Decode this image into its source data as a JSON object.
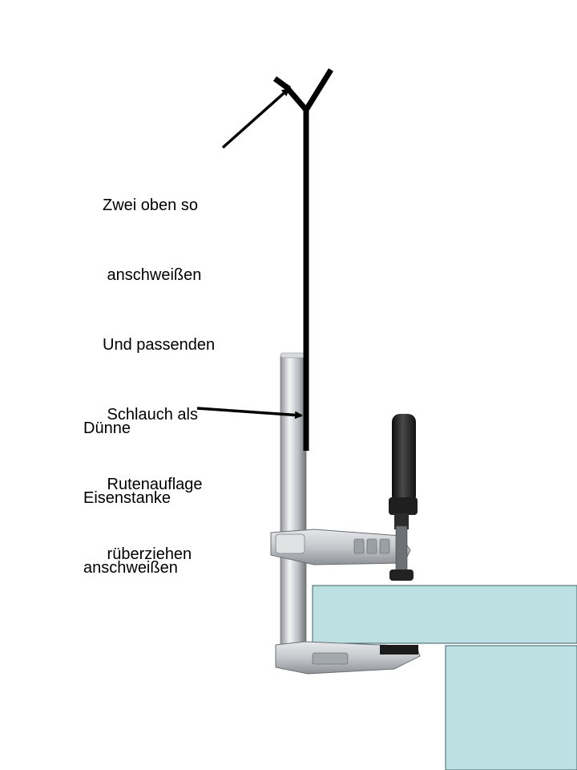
{
  "annotations": {
    "top_note": [
      "Zwei oben so",
      " anschweißen",
      "Und passenden",
      " Schlauch als",
      " Rutenauflage",
      " rüberziehen"
    ],
    "bottom_note": [
      "Dünne",
      "Eisenstanke",
      "anschweißen"
    ]
  },
  "colors": {
    "background": "#ffffff",
    "table_fill": "#bde0e2",
    "table_stroke": "#3b5f66",
    "rod_ink": "#000000",
    "clamp_metal": "#c9cccf",
    "handle": "#1c1c1c"
  },
  "icons": {
    "clamp": "screw-clamp-illustration",
    "rod": "welded-iron-rod",
    "fork": "y-shaped-rod-rest",
    "arrows": "pointer-arrow"
  }
}
